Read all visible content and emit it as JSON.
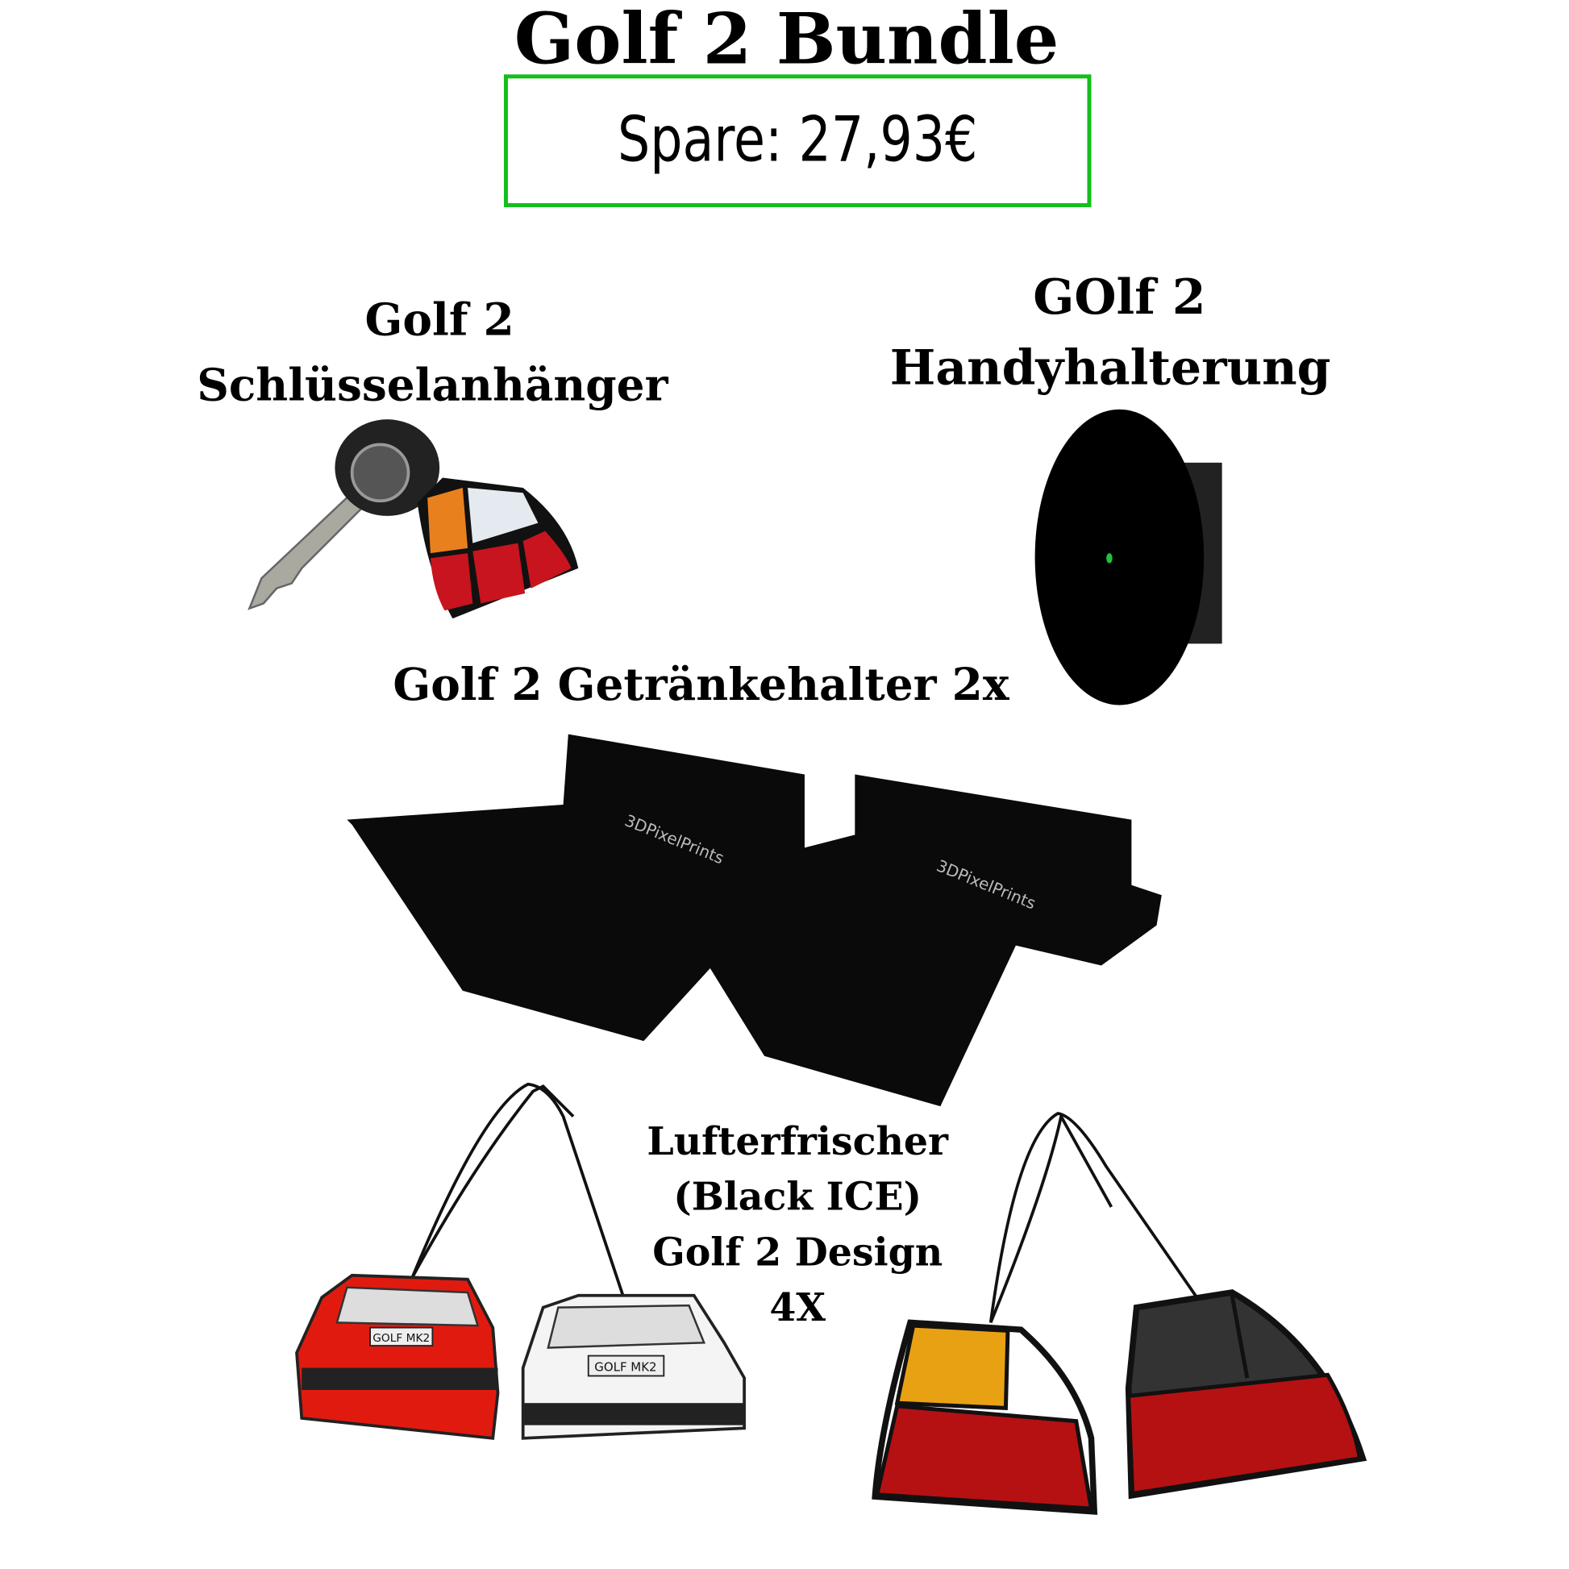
{
  "title": "Golf 2 Bundle",
  "savings": "Spare: 27,93€",
  "accent_color": "#12bf1b",
  "products": {
    "keychain": {
      "line1": "Golf 2",
      "line2": "Schlüsselanhänger"
    },
    "phone_holder": {
      "line1": "GOlf 2",
      "line2": "Handyhalterung"
    },
    "cup_holder": {
      "label": "Golf 2 Getränkehalter 2x",
      "brand_mark": "3DPixelPrints"
    },
    "air_freshener": {
      "line1": "Lufterfrischer",
      "line2": "(Black ICE)",
      "line3": "Golf 2 Design",
      "line4": "4X",
      "plate": "GOLF MK2"
    }
  }
}
